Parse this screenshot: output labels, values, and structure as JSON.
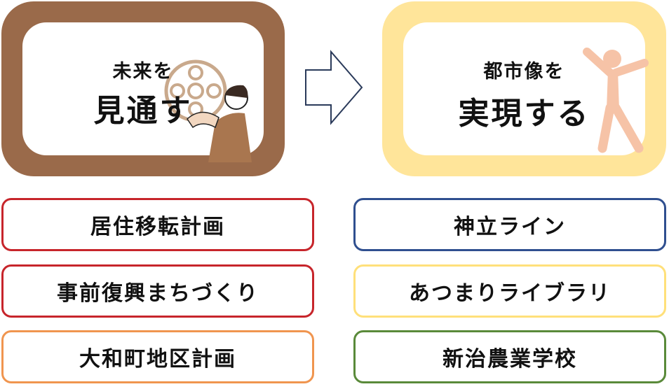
{
  "left_panel": {
    "small_text": "未来を",
    "big_text": "見通す",
    "frame_color": "#9a6a4a",
    "illustration": "person-with-film-reel"
  },
  "arrow": {
    "icon": "right-arrow-outline"
  },
  "right_panel": {
    "small_text": "都市像を",
    "big_text": "実現する",
    "frame_color": "#ffe59a",
    "illustration": "jumping-person"
  },
  "left_items": [
    {
      "label": "居住移転計画",
      "border_color": "#c7252b"
    },
    {
      "label": "事前復興まちづくり",
      "border_color": "#c7252b"
    },
    {
      "label": "大和町地区計画",
      "border_color": "#f0954f"
    }
  ],
  "right_items": [
    {
      "label": "神立ライン",
      "border_color": "#2f4f8f"
    },
    {
      "label": "あつまりライブラリ",
      "border_color": "#ffe07a"
    },
    {
      "label": "新治農業学校",
      "border_color": "#5a8a3a"
    }
  ]
}
